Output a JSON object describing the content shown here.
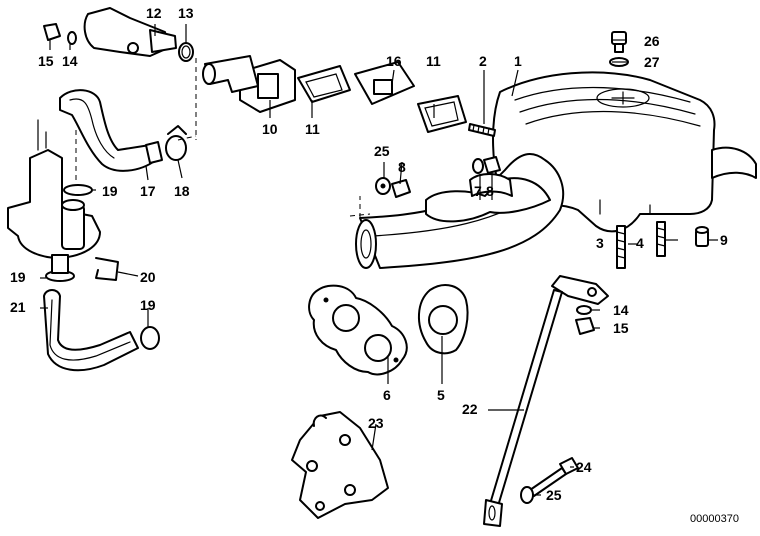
{
  "diagram": {
    "callouts": {
      "c1": "1",
      "c2": "2",
      "c3": "3",
      "c4": "4",
      "c5": "5",
      "c6": "6",
      "c7": "7",
      "c8a": "8",
      "c8b": "8",
      "c9": "9",
      "c10": "10",
      "c11a": "11",
      "c11b": "11",
      "c12": "12",
      "c13": "13",
      "c14a": "14",
      "c14b": "14",
      "c15a": "15",
      "c15b": "15",
      "c16": "16",
      "c17": "17",
      "c18": "18",
      "c19a": "19",
      "c19b": "19",
      "c19c": "19",
      "c20": "20",
      "c21": "21",
      "c22": "22",
      "c23": "23",
      "c24": "24",
      "c25a": "25",
      "c25b": "25",
      "c26": "26",
      "c27": "27"
    },
    "drawing_number": "00000370"
  }
}
